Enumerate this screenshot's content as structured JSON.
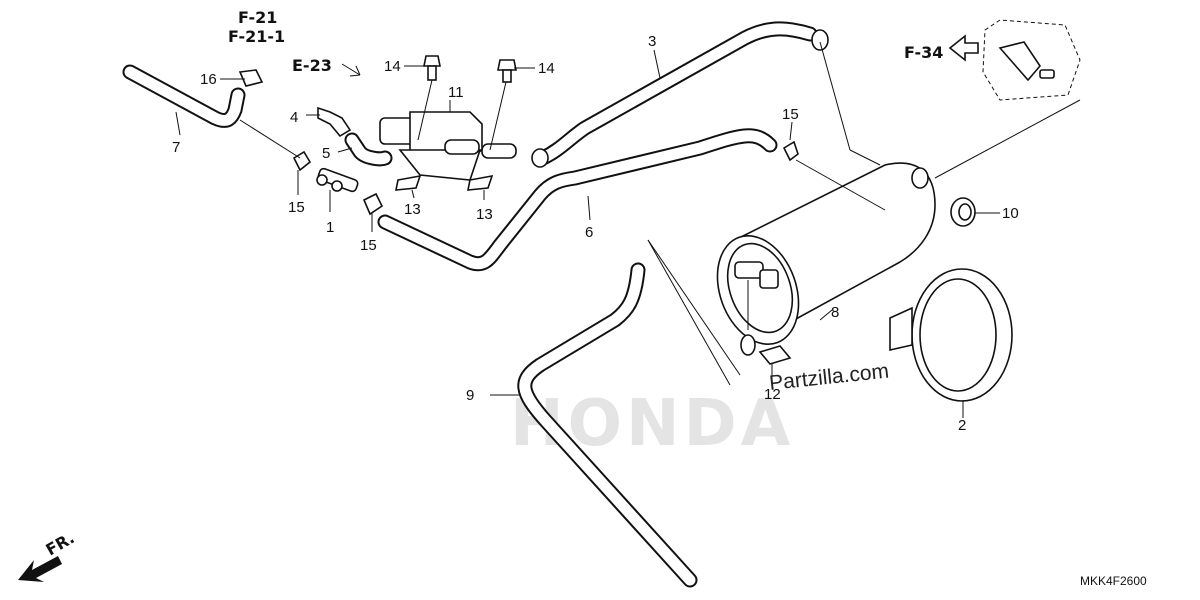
{
  "diagram": {
    "callouts": {
      "p1": "1",
      "p2": "2",
      "p3": "3",
      "p4": "4",
      "p5": "5",
      "p6": "6",
      "p7": "7",
      "p8": "8",
      "p9": "9",
      "p10": "10",
      "p11": "11",
      "p12": "12",
      "p13a": "13",
      "p13b": "13",
      "p14a": "14",
      "p14b": "14",
      "p15a": "15",
      "p15b": "15",
      "p15c": "15",
      "p16": "16"
    },
    "refs": {
      "f21": "F-21",
      "f21_1": "F-21-1",
      "e23": "E-23",
      "f34": "F-34",
      "front": "FR."
    },
    "watermark": "Partzilla.com",
    "brand": "HONDA",
    "diagram_code": "MKK4F2600"
  }
}
